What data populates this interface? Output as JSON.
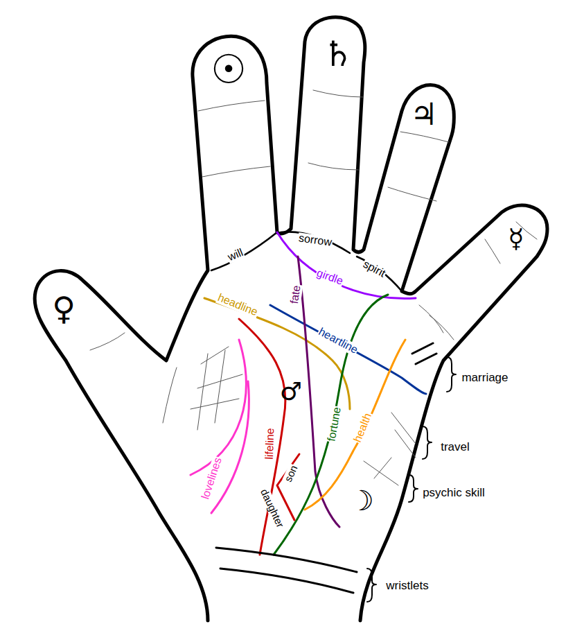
{
  "diagram": {
    "labels": [
      "☉",
      "♄",
      "♃",
      "☿",
      "♀",
      "will",
      "sorrow",
      "spirit",
      "girdle",
      "headline",
      "fate",
      "heartline",
      "fortune",
      "health",
      "lifeline",
      "lovelines",
      "son",
      "daughter",
      "♂",
      "☽",
      "marriage",
      "travel",
      "psychic skill",
      "wristlets"
    ]
  }
}
